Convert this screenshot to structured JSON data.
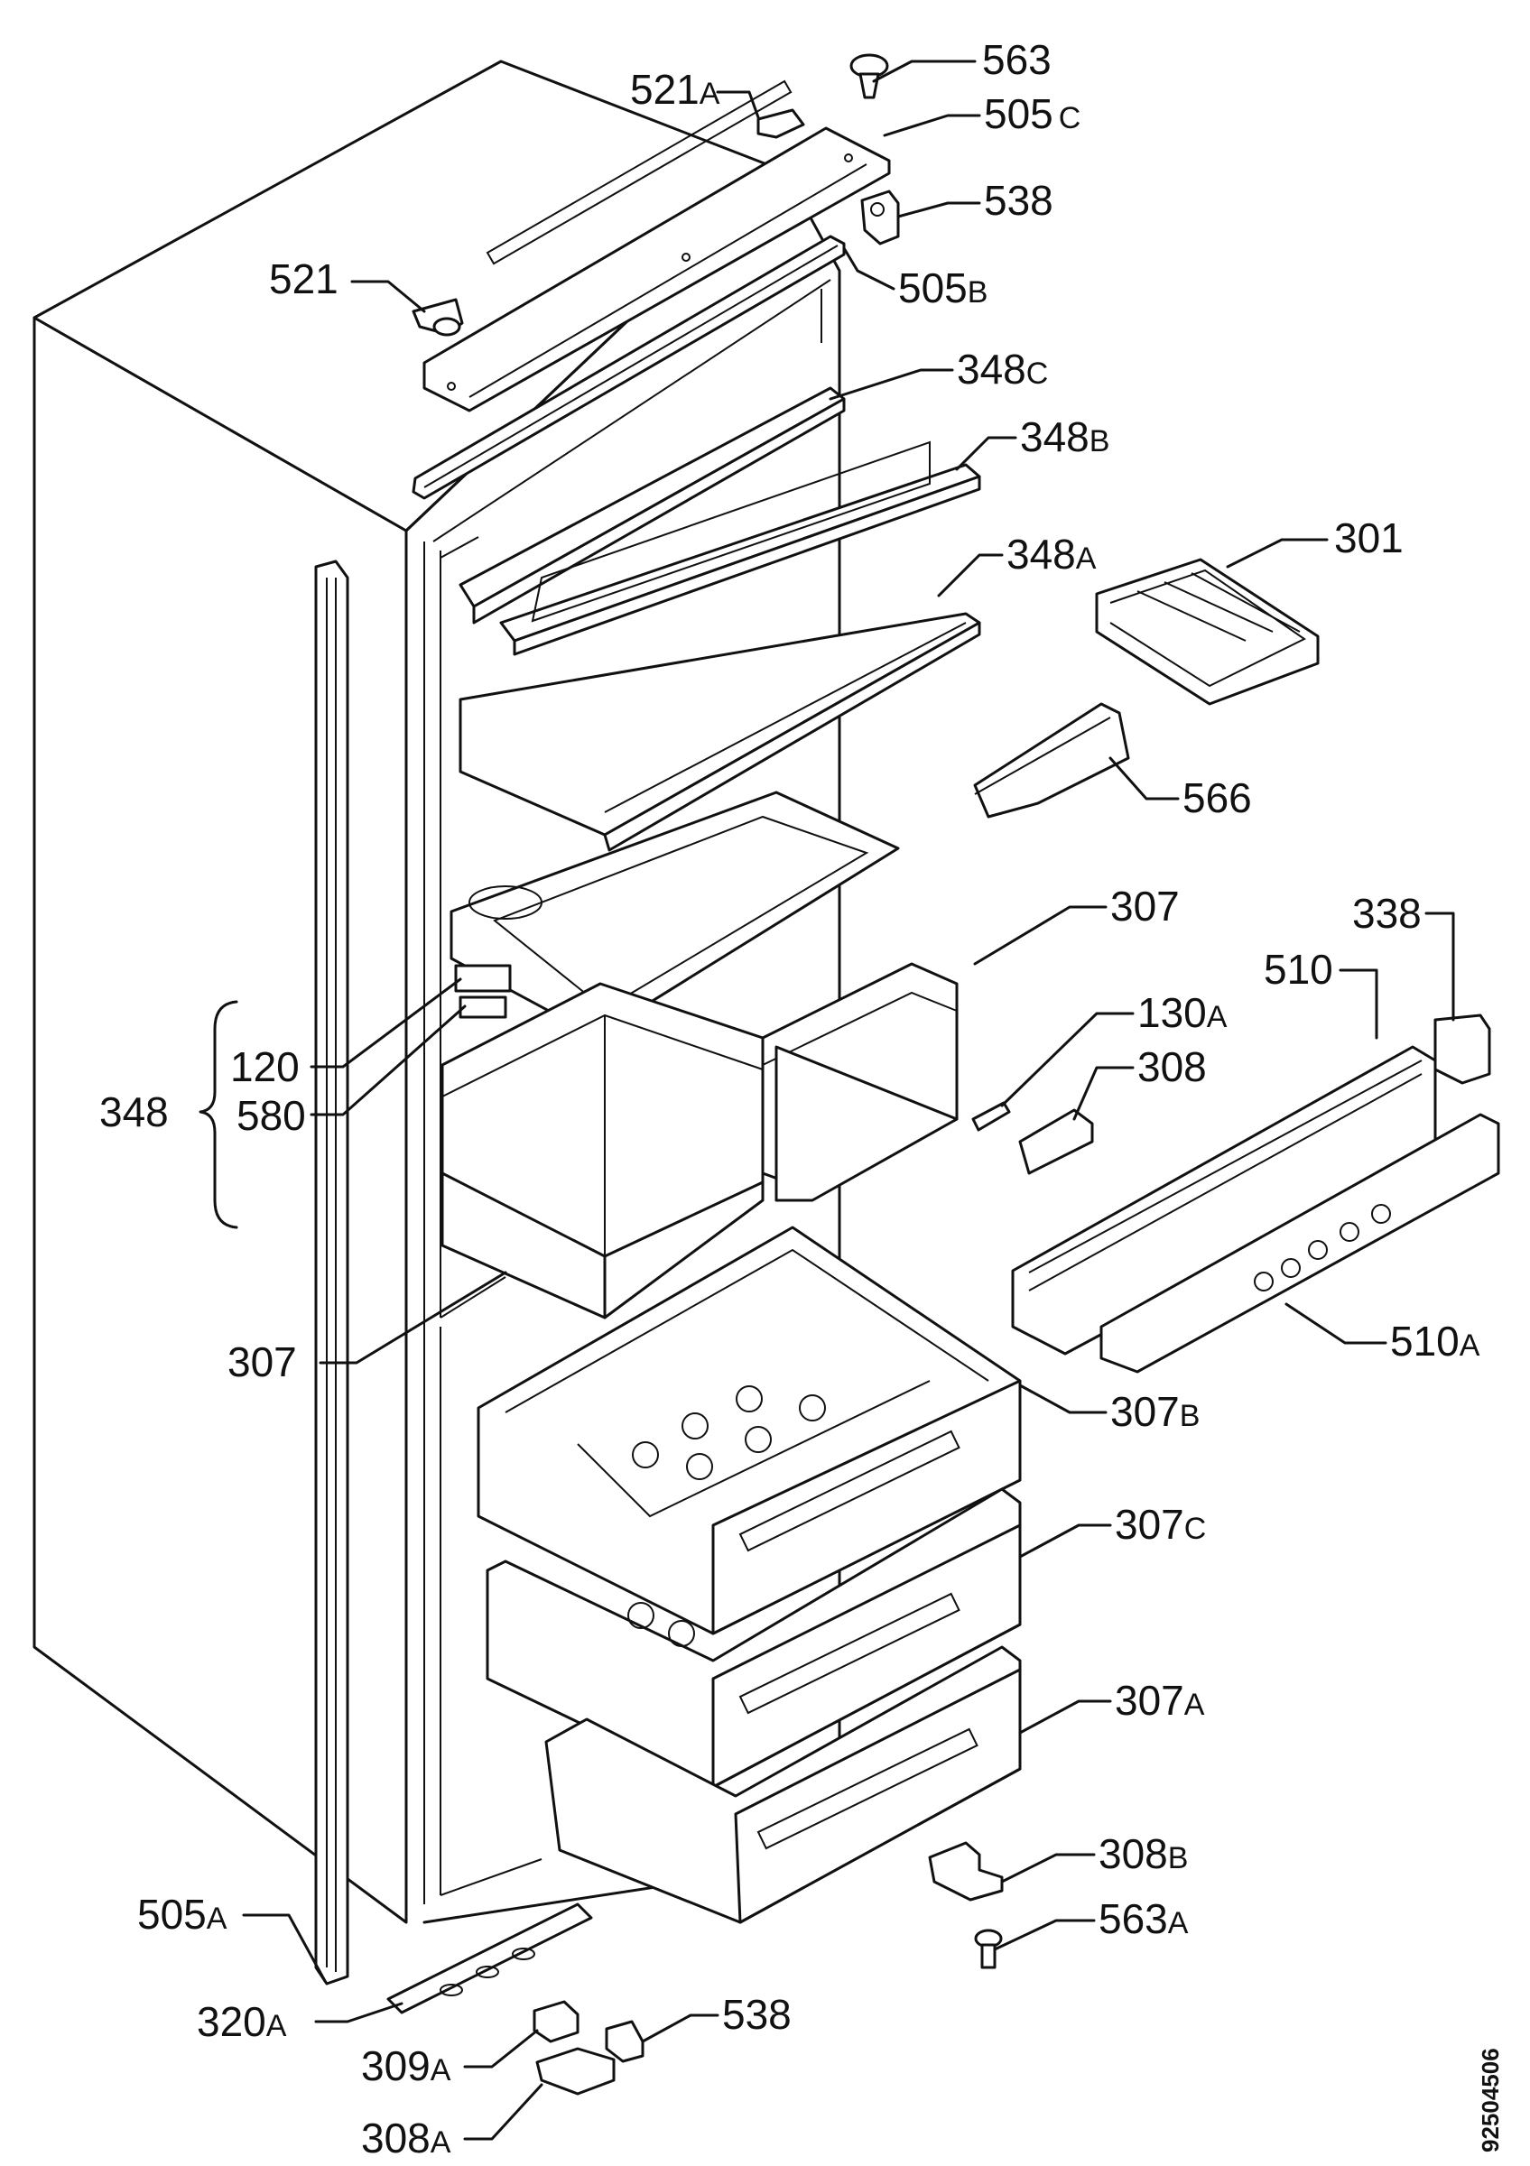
{
  "callouts": {
    "c563": {
      "num": "563",
      "suf": ""
    },
    "c521A": {
      "num": "521",
      "suf": "A"
    },
    "c505C": {
      "num": "505",
      "suf": "C"
    },
    "c538t": {
      "num": "538",
      "suf": ""
    },
    "c521": {
      "num": "521",
      "suf": ""
    },
    "c505B": {
      "num": "505",
      "suf": "B"
    },
    "c348C": {
      "num": "348",
      "suf": "C"
    },
    "c348B": {
      "num": "348",
      "suf": "B"
    },
    "c348A": {
      "num": "348",
      "suf": "A"
    },
    "c301": {
      "num": "301",
      "suf": ""
    },
    "c566": {
      "num": "566",
      "suf": ""
    },
    "c307t": {
      "num": "307",
      "suf": ""
    },
    "c338": {
      "num": "338",
      "suf": ""
    },
    "c510": {
      "num": "510",
      "suf": ""
    },
    "c130A": {
      "num": "130",
      "suf": "A"
    },
    "c308": {
      "num": "308",
      "suf": ""
    },
    "c120": {
      "num": "120",
      "suf": ""
    },
    "c348": {
      "num": "348",
      "suf": ""
    },
    "c580": {
      "num": "580",
      "suf": ""
    },
    "c307l": {
      "num": "307",
      "suf": ""
    },
    "c510A": {
      "num": "510",
      "suf": "A"
    },
    "c307B": {
      "num": "307",
      "suf": "B"
    },
    "c307C": {
      "num": "307",
      "suf": "C"
    },
    "c307A": {
      "num": "307",
      "suf": "A"
    },
    "c308B": {
      "num": "308",
      "suf": "B"
    },
    "c563A": {
      "num": "563",
      "suf": "A"
    },
    "c505A": {
      "num": "505",
      "suf": "A"
    },
    "c320A": {
      "num": "320",
      "suf": "A"
    },
    "c538b": {
      "num": "538",
      "suf": ""
    },
    "c309A": {
      "num": "309",
      "suf": "A"
    },
    "c308A": {
      "num": "308",
      "suf": "A"
    }
  },
  "drawing_code": "92504506"
}
